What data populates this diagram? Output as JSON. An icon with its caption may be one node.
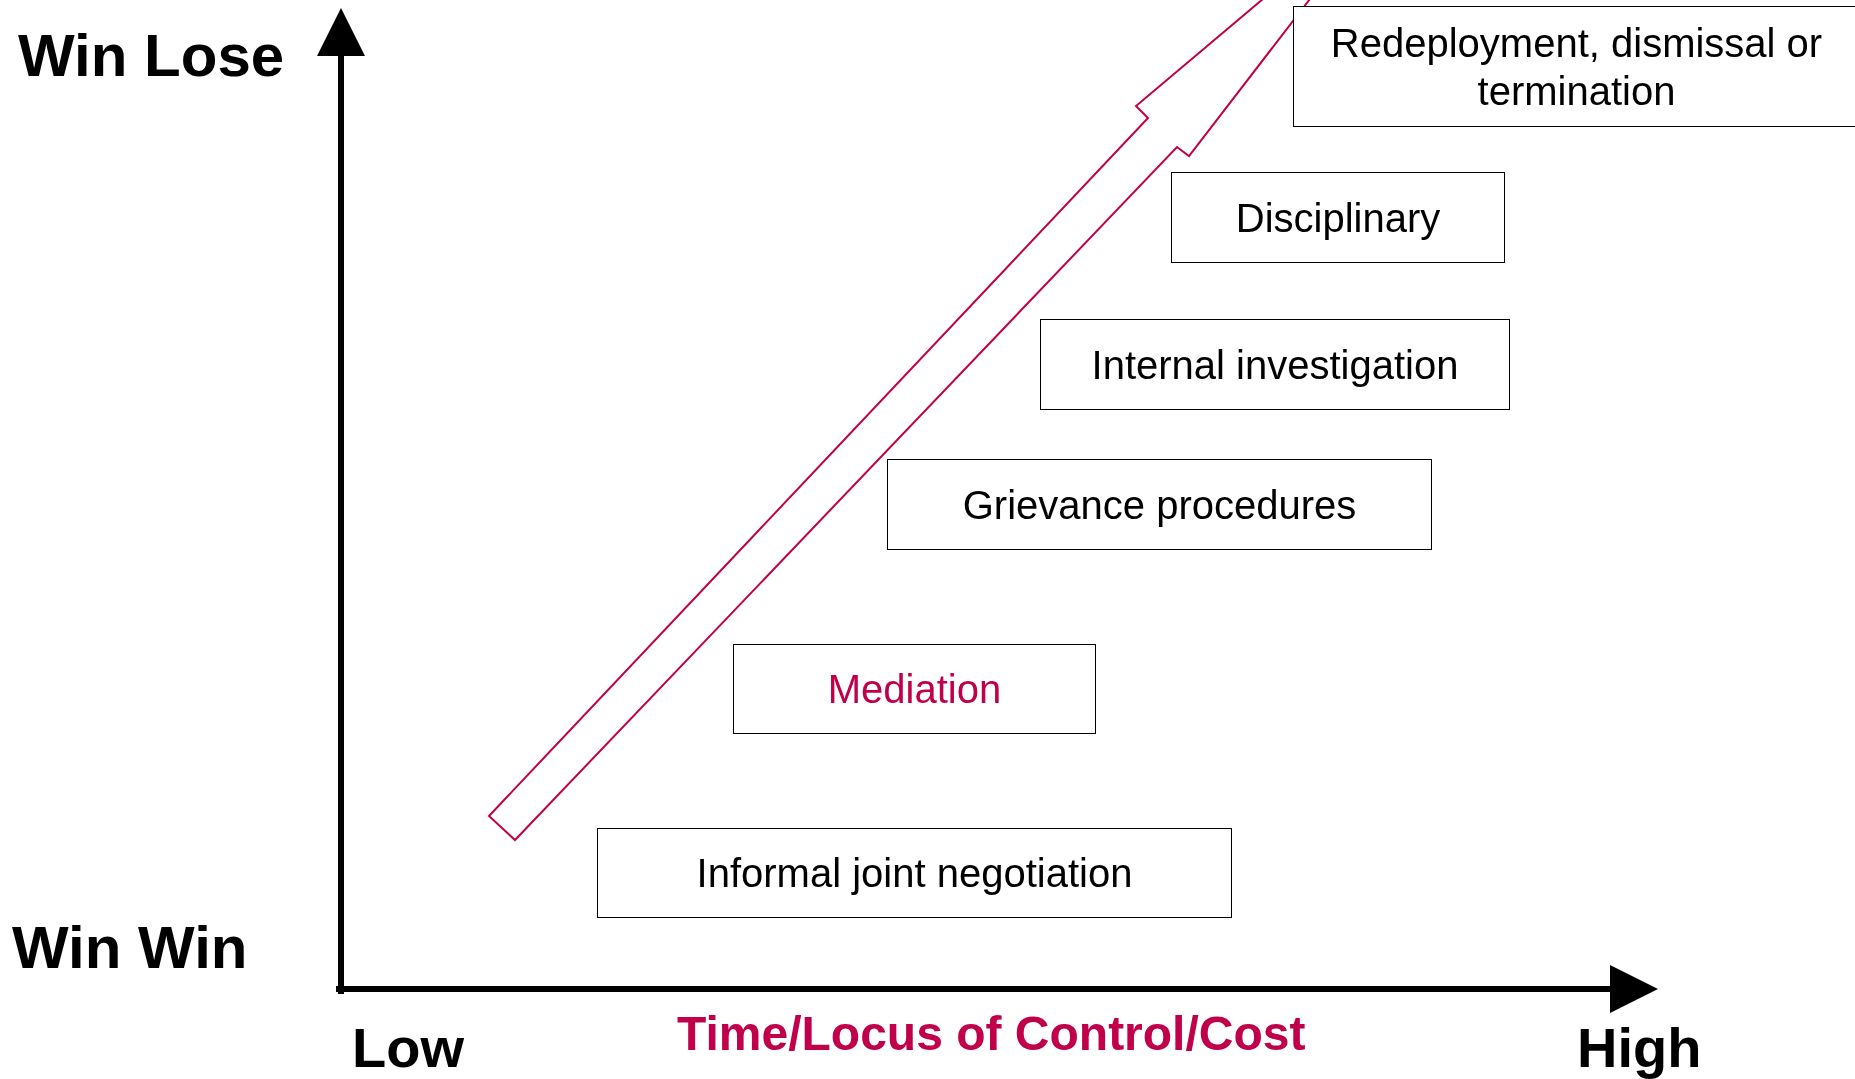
{
  "diagram": {
    "nodes": [
      {
        "text": [
          "Redeployment, dismissal or termination"
        ]
      },
      {
        "text": [
          "Disciplinary"
        ]
      },
      {
        "text": [
          "Internal investigation"
        ]
      },
      {
        "text": [
          "Grievance procedures"
        ]
      },
      {
        "text": [
          "Mediation"
        ]
      },
      {
        "text": [
          "Informal joint negotiation"
        ]
      }
    ],
    "labels": [
      "Win Lose",
      "Win Win",
      "Low",
      "Time/Locus of Control/Cost",
      "High"
    ]
  }
}
